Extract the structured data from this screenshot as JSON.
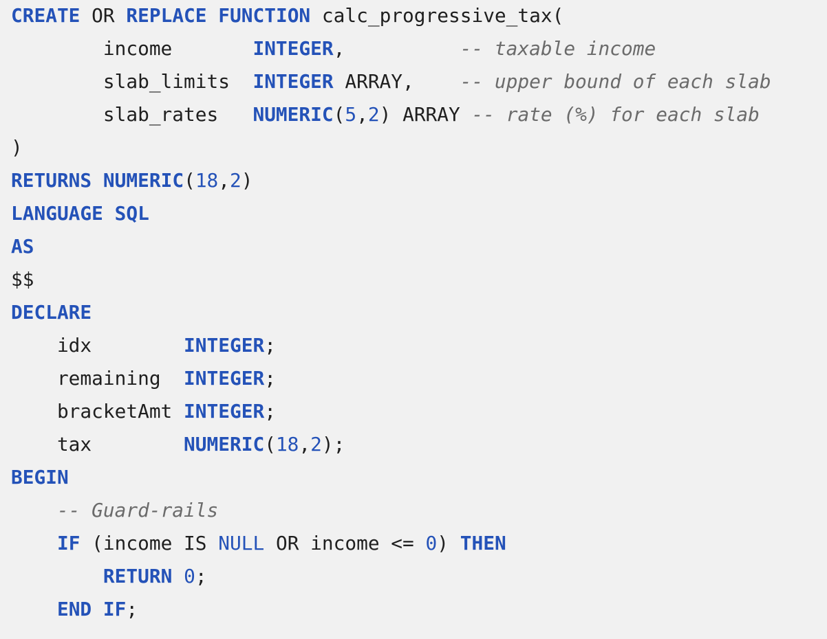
{
  "colors": {
    "background": "#f1f1f1",
    "keyword": "#2452b8",
    "number": "#2452b8",
    "text": "#1f1f1f",
    "comment": "#6b6b6b"
  },
  "code": {
    "lines": [
      [
        {
          "t": "kw",
          "v": "CREATE"
        },
        {
          "t": "txt",
          "v": " OR "
        },
        {
          "t": "kw",
          "v": "REPLACE"
        },
        {
          "t": "txt",
          "v": " "
        },
        {
          "t": "kw",
          "v": "FUNCTION"
        },
        {
          "t": "txt",
          "v": " calc_progressive_tax("
        }
      ],
      [
        {
          "t": "txt",
          "v": "        income       "
        },
        {
          "t": "kw",
          "v": "INTEGER"
        },
        {
          "t": "txt",
          "v": ",          "
        },
        {
          "t": "cm",
          "v": "-- taxable income"
        }
      ],
      [
        {
          "t": "txt",
          "v": "        slab_limits  "
        },
        {
          "t": "kw",
          "v": "INTEGER"
        },
        {
          "t": "txt",
          "v": " ARRAY,    "
        },
        {
          "t": "cm",
          "v": "-- upper bound of each slab"
        }
      ],
      [
        {
          "t": "txt",
          "v": "        slab_rates   "
        },
        {
          "t": "kw",
          "v": "NUMERIC"
        },
        {
          "t": "txt",
          "v": "("
        },
        {
          "t": "num",
          "v": "5"
        },
        {
          "t": "txt",
          "v": ","
        },
        {
          "t": "num",
          "v": "2"
        },
        {
          "t": "txt",
          "v": ") ARRAY "
        },
        {
          "t": "cm",
          "v": "-- rate (%) for each slab"
        }
      ],
      [
        {
          "t": "txt",
          "v": ")"
        }
      ],
      [
        {
          "t": "kw",
          "v": "RETURNS"
        },
        {
          "t": "txt",
          "v": " "
        },
        {
          "t": "kw",
          "v": "NUMERIC"
        },
        {
          "t": "txt",
          "v": "("
        },
        {
          "t": "num",
          "v": "18"
        },
        {
          "t": "txt",
          "v": ","
        },
        {
          "t": "num",
          "v": "2"
        },
        {
          "t": "txt",
          "v": ")"
        }
      ],
      [
        {
          "t": "kw",
          "v": "LANGUAGE"
        },
        {
          "t": "txt",
          "v": " "
        },
        {
          "t": "kw",
          "v": "SQL"
        }
      ],
      [
        {
          "t": "kw",
          "v": "AS"
        }
      ],
      [
        {
          "t": "txt",
          "v": "$$"
        }
      ],
      [
        {
          "t": "kw",
          "v": "DECLARE"
        }
      ],
      [
        {
          "t": "txt",
          "v": "    idx        "
        },
        {
          "t": "kw",
          "v": "INTEGER"
        },
        {
          "t": "txt",
          "v": ";"
        }
      ],
      [
        {
          "t": "txt",
          "v": "    remaining  "
        },
        {
          "t": "kw",
          "v": "INTEGER"
        },
        {
          "t": "txt",
          "v": ";"
        }
      ],
      [
        {
          "t": "txt",
          "v": "    bracketAmt "
        },
        {
          "t": "kw",
          "v": "INTEGER"
        },
        {
          "t": "txt",
          "v": ";"
        }
      ],
      [
        {
          "t": "txt",
          "v": "    tax        "
        },
        {
          "t": "kw",
          "v": "NUMERIC"
        },
        {
          "t": "txt",
          "v": "("
        },
        {
          "t": "num",
          "v": "18"
        },
        {
          "t": "txt",
          "v": ","
        },
        {
          "t": "num",
          "v": "2"
        },
        {
          "t": "txt",
          "v": ");"
        }
      ],
      [
        {
          "t": "kw",
          "v": "BEGIN"
        }
      ],
      [
        {
          "t": "txt",
          "v": "    "
        },
        {
          "t": "cm",
          "v": "-- Guard-rails"
        }
      ],
      [
        {
          "t": "txt",
          "v": "    "
        },
        {
          "t": "kw",
          "v": "IF"
        },
        {
          "t": "txt",
          "v": " (income IS "
        },
        {
          "t": "num",
          "v": "NULL"
        },
        {
          "t": "txt",
          "v": " OR income <= "
        },
        {
          "t": "num",
          "v": "0"
        },
        {
          "t": "txt",
          "v": ") "
        },
        {
          "t": "kw",
          "v": "THEN"
        }
      ],
      [
        {
          "t": "txt",
          "v": "        "
        },
        {
          "t": "kw",
          "v": "RETURN"
        },
        {
          "t": "txt",
          "v": " "
        },
        {
          "t": "num",
          "v": "0"
        },
        {
          "t": "txt",
          "v": ";"
        }
      ],
      [
        {
          "t": "txt",
          "v": "    "
        },
        {
          "t": "kw",
          "v": "END"
        },
        {
          "t": "txt",
          "v": " "
        },
        {
          "t": "kw",
          "v": "IF"
        },
        {
          "t": "txt",
          "v": ";"
        }
      ]
    ]
  }
}
